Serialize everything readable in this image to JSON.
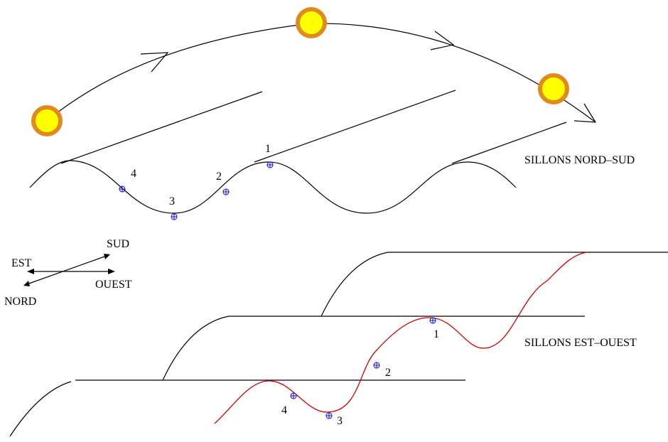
{
  "colors": {
    "sun_fill": "#ffff00",
    "sun_ring": "#e08a1e",
    "markers": "#1a1ad6",
    "east_west_curve": "#d00000",
    "lines": "#000000"
  },
  "top_section": {
    "title": "SILLONS NORD–SUD",
    "points": [
      "1",
      "2",
      "3",
      "4"
    ]
  },
  "compass": {
    "sud": "SUD",
    "est": "EST",
    "ouest": "OUEST",
    "nord": "NORD"
  },
  "bottom_section": {
    "title": "SILLONS EST–OUEST",
    "points": [
      "1",
      "2",
      "3",
      "4"
    ]
  }
}
